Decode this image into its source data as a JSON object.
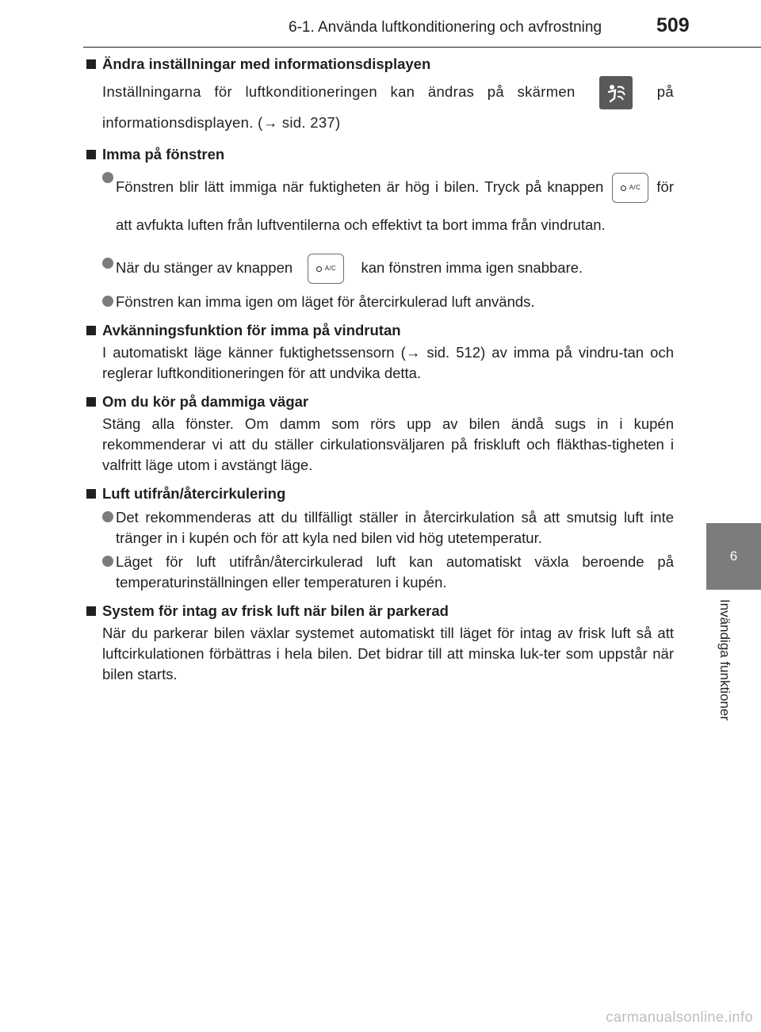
{
  "header": {
    "section_title": "6-1. Använda luftkonditionering och avfrostning",
    "page_number": "509"
  },
  "side_tab": {
    "chapter_number": "6",
    "chapter_title": "Invändiga funktioner"
  },
  "icons": {
    "ac_button_label": "A/C",
    "screen_icon": "climate-screen-icon",
    "heading_marker": "square-bullet",
    "bullet_marker": "gray-circle"
  },
  "sections": {
    "s1": {
      "heading": "Ändra inställningar med informationsdisplayen",
      "text_before": "Inställningarna för luftkonditioneringen kan ändras på skärmen",
      "text_after": "på informationsdisplayen. (→ sid. 237)"
    },
    "s2": {
      "heading": "Imma på fönstren",
      "b1_before": "Fönstren blir lätt immiga när fuktigheten är hög i bilen. Tryck på knappen",
      "b1_after": "för att avfukta luften från luftventilerna och effektivt ta bort imma från vindrutan.",
      "b2_before": "När du stänger av knappen",
      "b2_after": "kan fönstren imma igen snabbare.",
      "b3": "Fönstren kan imma igen om läget för återcirkulerad luft används."
    },
    "s3": {
      "heading": "Avkänningsfunktion för imma på vindrutan",
      "text": "I automatiskt läge känner fuktighetssensorn (→ sid. 512) av imma på vindru-tan och reglerar luftkonditioneringen för att undvika detta."
    },
    "s4": {
      "heading": "Om du kör på dammiga vägar",
      "text": "Stäng alla fönster. Om damm som rörs upp av bilen ändå sugs in i kupén rekommenderar vi att du ställer cirkulationsväljaren på friskluft och fläkthas-tigheten i valfritt läge utom i avstängt läge."
    },
    "s5": {
      "heading": "Luft utifrån/återcirkulering",
      "b1": "Det rekommenderas att du tillfälligt ställer in återcirkulation så att smutsig luft inte tränger in i kupén och för att kyla ned bilen vid hög utetemperatur.",
      "b2": "Läget för luft utifrån/återcirkulerad luft kan automatiskt växla beroende på temperaturinställningen eller temperaturen i kupén."
    },
    "s6": {
      "heading": "System för intag av frisk luft när bilen är parkerad",
      "text": "När du parkerar bilen växlar systemet automatiskt till läget för intag av frisk luft så att luftcirkulationen förbättras i hela bilen. Det bidrar till att minska luk-ter som uppstår när bilen starts."
    }
  },
  "watermark": "carmanualsonline.info"
}
